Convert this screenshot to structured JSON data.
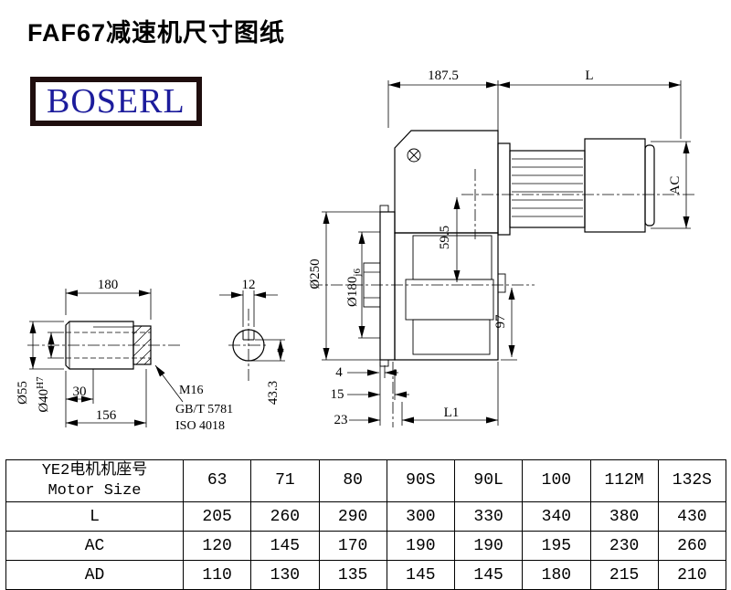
{
  "page": {
    "title": "FAF67减速机尺寸图纸"
  },
  "logo": {
    "text": "BOSERL"
  },
  "drawing": {
    "dims": {
      "top_width": "187.5",
      "top_length": "L",
      "ac": "AC",
      "flange_od": "Ø250",
      "spigot_d": "Ø180",
      "spigot_fit": "j6",
      "center_offset": "59.5",
      "bottom_offset": "97",
      "step_4": "4",
      "step_15": "15",
      "step_23": "23",
      "l1": "L1",
      "shaft_length": "180",
      "key_width": "12",
      "shaft_od": "Ø55",
      "bore_d": "Ø40",
      "bore_fit": "H7",
      "len_30": "30",
      "len_156": "156",
      "thread": "M16",
      "std_gb": "GB/T 5781",
      "std_iso": "ISO 4018",
      "key_height": "43.3"
    }
  },
  "table": {
    "header_cn": "YE2电机机座号",
    "header_en": "Motor Size",
    "sizes": [
      "63",
      "71",
      "80",
      "90S",
      "90L",
      "100",
      "112M",
      "132S"
    ],
    "rows": [
      {
        "label": "L",
        "values": [
          "205",
          "260",
          "290",
          "300",
          "330",
          "340",
          "380",
          "430"
        ]
      },
      {
        "label": "AC",
        "values": [
          "120",
          "145",
          "170",
          "190",
          "190",
          "195",
          "230",
          "260"
        ]
      },
      {
        "label": "AD",
        "values": [
          "110",
          "130",
          "135",
          "145",
          "145",
          "180",
          "215",
          "210"
        ]
      }
    ]
  }
}
